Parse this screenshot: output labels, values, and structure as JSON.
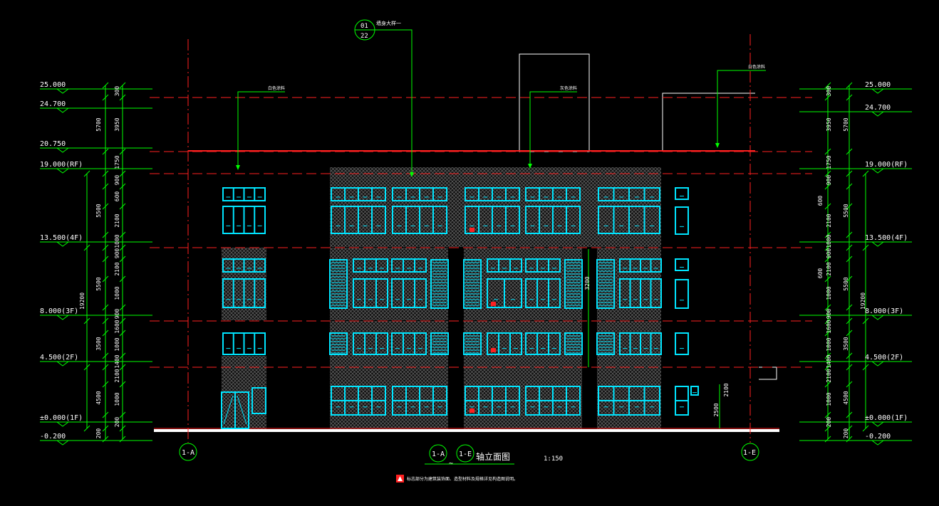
{
  "drawing": {
    "title": "轴立面图",
    "scale": "1:150",
    "range_from": "1-A",
    "range_to": "1-E",
    "range_sep": "~",
    "note": "标志部分为建筑装饰面、造型材料及规格详见构造图说明。"
  },
  "axes": {
    "left": "1-A",
    "right": "1-E"
  },
  "callouts": {
    "detail_top": "01",
    "detail_bottom": "22",
    "detail_label": "墙身大样一",
    "label_a": "白色涂料",
    "label_b": "灰色涂料",
    "label_c": "白色涂料"
  },
  "elevations": [
    {
      "value": "25.000"
    },
    {
      "value": "24.700"
    },
    {
      "value": "20.750"
    },
    {
      "value": "19.000(RF)"
    },
    {
      "value": "13.500(4F)"
    },
    {
      "value": "8.000(3F)"
    },
    {
      "value": "4.500(2F)"
    },
    {
      "value": "±0.000(1F)"
    },
    {
      "value": "-0.200"
    }
  ],
  "elevations_right": [
    {
      "value": "25.000"
    },
    {
      "value": "24.700"
    },
    {
      "value": "19.000(RF)"
    },
    {
      "value": "13.500(4F)"
    },
    {
      "value": "8.000(3F)"
    },
    {
      "value": "4.500(2F)"
    },
    {
      "value": "±0.000(1F)"
    },
    {
      "value": "-0.200"
    }
  ],
  "dims_left_outer": [
    "5700",
    "5500",
    "5500",
    "3500",
    "4500",
    "19200",
    "200"
  ],
  "dims_left_inner": [
    "300",
    "3950",
    "1750",
    "900",
    "600",
    "2100",
    "1000",
    "900",
    "2100",
    "1000",
    "900",
    "1600",
    "1000",
    "1400",
    "2100",
    "1000",
    "200"
  ],
  "dims_right_inner": [
    "300",
    "3950",
    "1750",
    "900",
    "2100",
    "1000",
    "900",
    "2100",
    "1000",
    "900",
    "1600",
    "1000",
    "1400",
    "2100",
    "1000",
    "200"
  ],
  "dims_right_outer": [
    "5700",
    "5500",
    "5500",
    "3500",
    "4500",
    "19200",
    "200"
  ],
  "dims_misc": [
    "600",
    "600",
    "2500",
    "2100",
    "3200"
  ],
  "colors": {
    "background": "#000000",
    "window": "#00ffff",
    "axis": "#ff0000",
    "callout": "#00ff00",
    "outline": "#ffffff",
    "hatch": "#808080"
  }
}
